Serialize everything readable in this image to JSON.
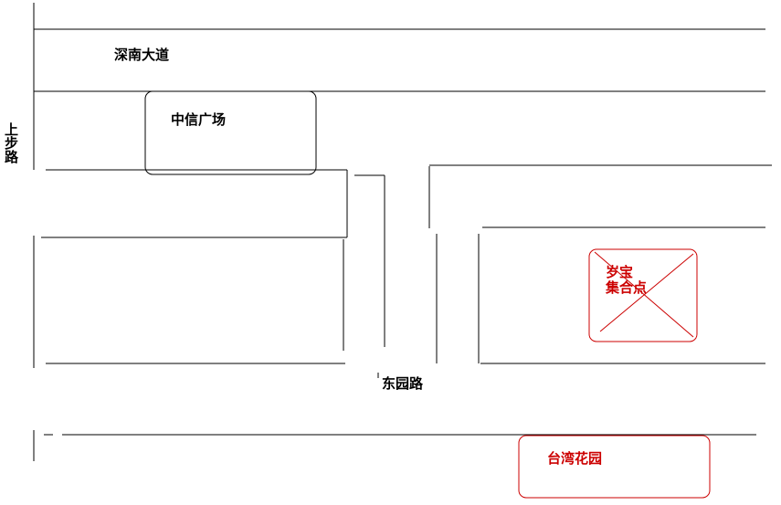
{
  "map": {
    "roads": {
      "shennan": "深南大道",
      "shangbu": "上步路",
      "dongyuan": "东园路"
    },
    "places": {
      "zhongxin": "中信广场",
      "suibao_line1": "岁宝",
      "suibao_line2": "集合点",
      "taiwan": "台湾花园"
    },
    "colors": {
      "line": "#000000",
      "highlight": "#cc0000"
    }
  }
}
